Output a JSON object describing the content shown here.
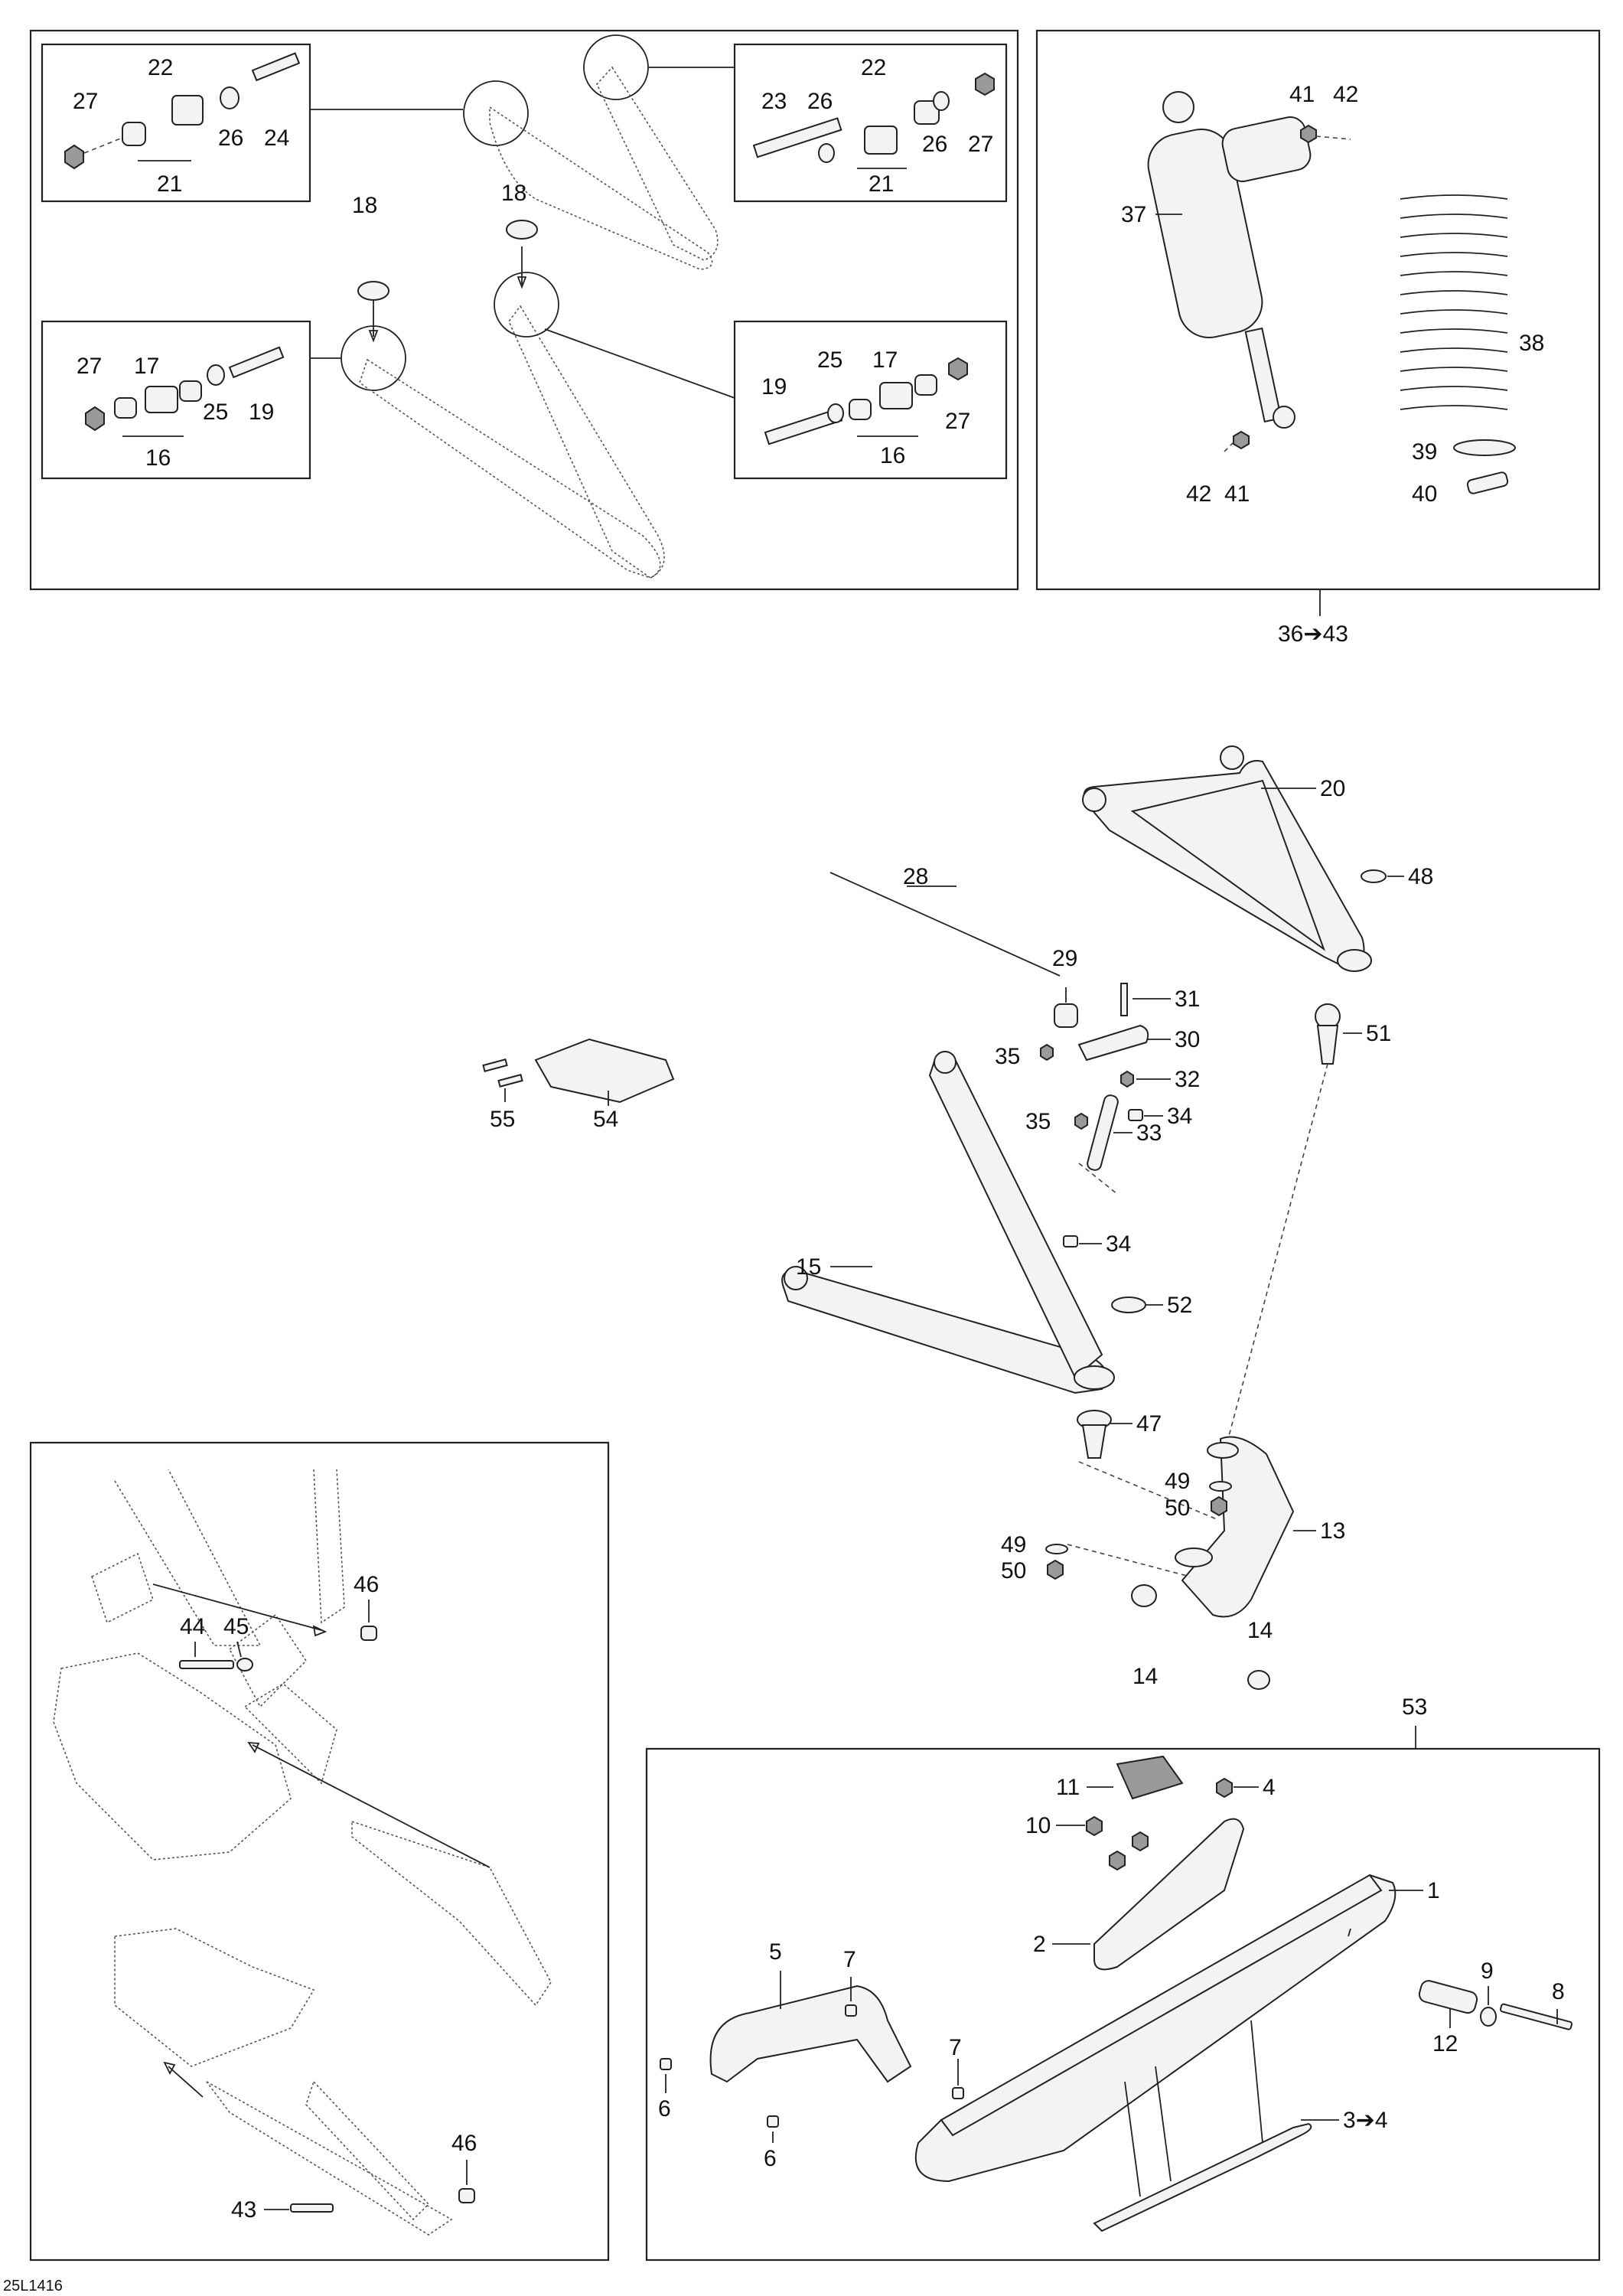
{
  "diagram": {
    "reference_code": "25L1416",
    "group_arrow_36_43": "36➔43",
    "group_arrow_3_4": "3➔4",
    "callouts": {
      "c1": "1",
      "c2": "2",
      "c5": "5",
      "c6": "6",
      "c7": "7",
      "c8": "8",
      "c9": "9",
      "c10": "10",
      "c11": "11",
      "c12": "12",
      "c13": "13",
      "c14": "14",
      "c15": "15",
      "c16": "16",
      "c17": "17",
      "c18": "18",
      "c19": "19",
      "c20": "20",
      "c21": "21",
      "c22": "22",
      "c23": "23",
      "c24": "24",
      "c25": "25",
      "c26": "26",
      "c27": "27",
      "c28": "28",
      "c29": "29",
      "c30": "30",
      "c31": "31",
      "c32": "32",
      "c33": "33",
      "c34": "34",
      "c35": "35",
      "c37": "37",
      "c38": "38",
      "c39": "39",
      "c40": "40",
      "c41": "41",
      "c42": "42",
      "c43": "43",
      "c44": "44",
      "c45": "45",
      "c46": "46",
      "c47": "47",
      "c48": "48",
      "c49": "49",
      "c50": "50",
      "c51": "51",
      "c52": "52",
      "c53": "53",
      "c54": "54",
      "c55": "55",
      "c4": "4"
    }
  }
}
